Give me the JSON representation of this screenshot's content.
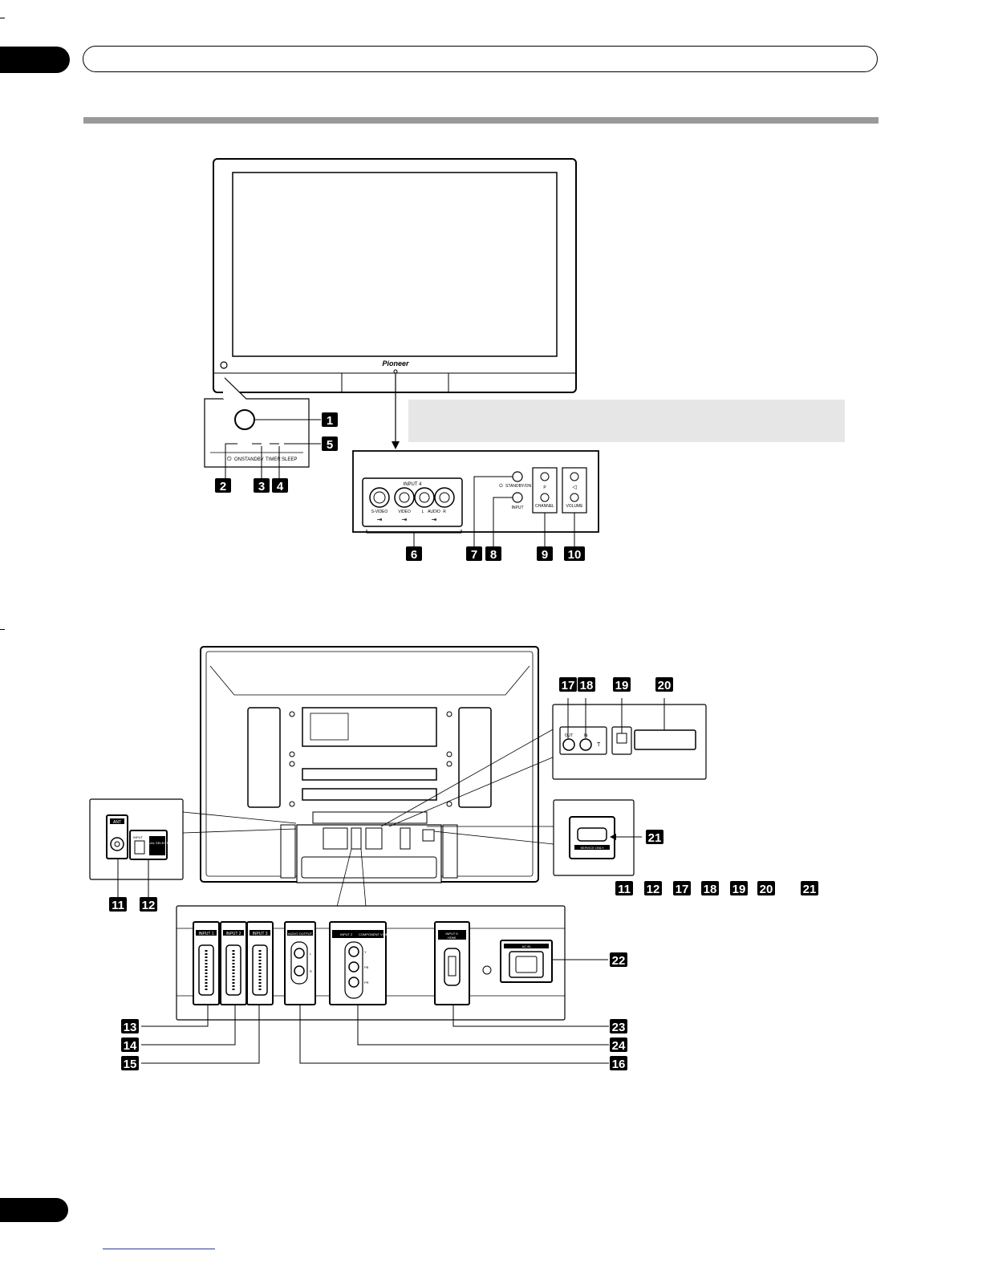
{
  "front": {
    "brand": "Pioneer",
    "led_labels": {
      "on": "ON",
      "standby": "STANDBY",
      "timer": "TIMER",
      "sleep": "SLEEP"
    },
    "panel": {
      "input_group": "INPUT 4",
      "svideo": "S-VIDEO",
      "video": "VIDEO",
      "audio_l": "L",
      "audio_label": "AUDIO",
      "audio_r": "R",
      "standby_on": "STANDBY/ON",
      "input": "INPUT",
      "channel": "CHANNEL",
      "channel_p": "P",
      "volume": "VOLUME"
    },
    "callouts": [
      "1",
      "2",
      "3",
      "4",
      "5",
      "6",
      "7",
      "8",
      "9",
      "10"
    ]
  },
  "rear": {
    "labels": {
      "ant": "ANT",
      "input_select": "INPUT",
      "dual_select": "DUAL SELECT",
      "out": "OUT",
      "in": "IN",
      "service_only": "SERVICE ONLY",
      "ac_in": "AC IN",
      "input1": "INPUT 1",
      "input2": "INPUT 2",
      "input3": "INPUT 3",
      "audio_output": "AUDIO OUTPUT",
      "audio_l": "L",
      "audio_r": "R",
      "input2b": "INPUT 2",
      "component_video": "COMPONENT VIDEO",
      "y": "Y",
      "pb": "PB",
      "pr": "PR",
      "input5": "INPUT 5",
      "hdmi": "HDMI"
    },
    "callouts": [
      "11",
      "12",
      "13",
      "14",
      "15",
      "16",
      "17",
      "18",
      "19",
      "20",
      "21",
      "22",
      "23",
      "24"
    ],
    "legend_callouts": [
      "11",
      "12",
      "17",
      "18",
      "19",
      "20",
      "21"
    ]
  }
}
